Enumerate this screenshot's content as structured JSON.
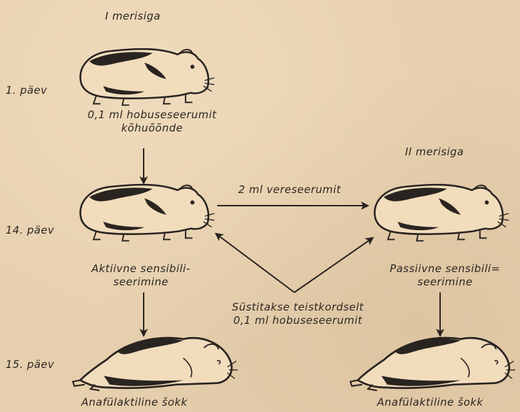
{
  "title_left": "I merisiga",
  "title_right": "II merisiga",
  "days": {
    "d1": "1. päev",
    "d14": "14. päev",
    "d15": "15. päev"
  },
  "injection_line1": "0,1 ml hobuseseerumit",
  "injection_line2": "kõhuõõnde",
  "transfer_label": "2 ml vereseerumit",
  "active_line1": "Aktiivne sensibili-",
  "active_line2": "seerimine",
  "passive_line1": "Passiivne sensibili=",
  "passive_line2": "seerimine",
  "reinject_line1": "Süstitakse teistkordselt",
  "reinject_line2": "0,1 ml hobuseseerumit",
  "shock_left": "Anafülaktiline šokk",
  "shock_right": "Anafülaktiline šokk",
  "colors": {
    "paper": "#e6cfad",
    "ink": "#2a2420"
  }
}
